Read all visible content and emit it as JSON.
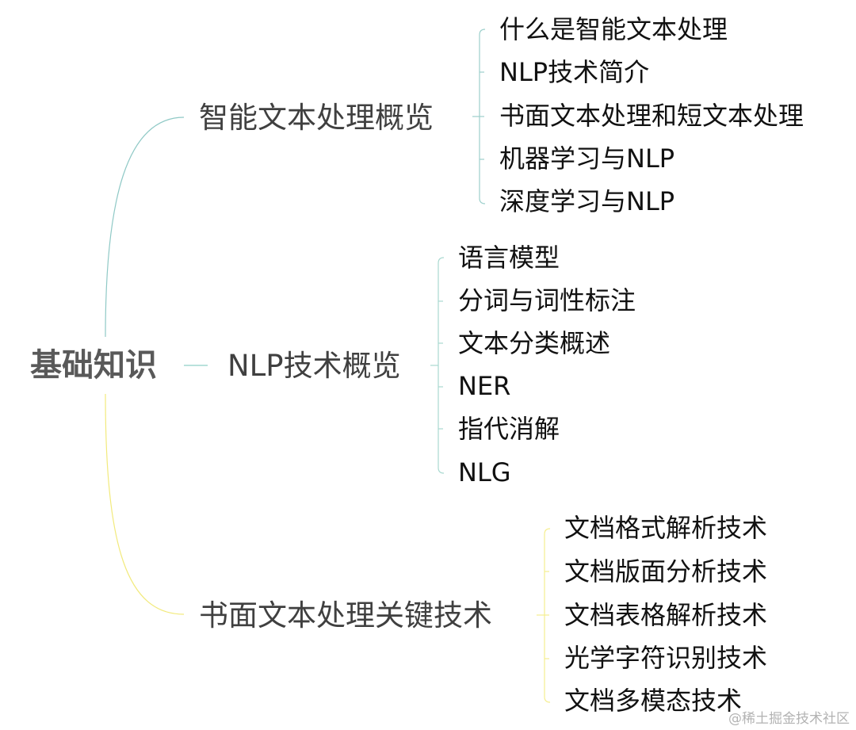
{
  "root": {
    "label": "基础知识"
  },
  "colors": {
    "branch_lines": [
      "#8fc9c6",
      "#8fd1c6",
      "#f2ea7c"
    ],
    "bracket": [
      "#9ccfcb",
      "#a9d9d0",
      "#f5ee8f"
    ]
  },
  "branches": [
    {
      "label": "智能文本处理概览",
      "children": [
        "什么是智能文本处理",
        "NLP技术简介",
        "书面文本处理和短文本处理",
        "机器学习与NLP",
        "深度学习与NLP"
      ]
    },
    {
      "label": "NLP技术概览",
      "children": [
        "语言模型",
        "分词与词性标注",
        "文本分类概述",
        "NER",
        "指代消解",
        "NLG"
      ]
    },
    {
      "label": "书面文本处理关键技术",
      "children": [
        "文档格式解析技术",
        "文档版面分析技术",
        "文档表格解析技术",
        "光学字符识别技术",
        "文档多模态技术"
      ]
    }
  ],
  "watermark": "@稀土掘金技术社区"
}
